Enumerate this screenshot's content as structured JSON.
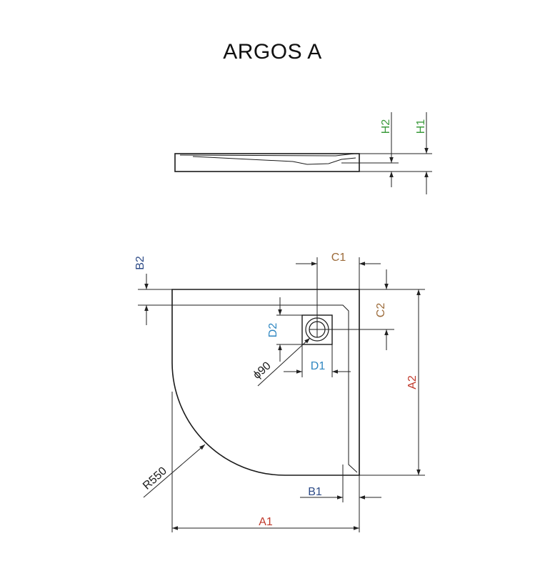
{
  "title": "ARGOS A",
  "colors": {
    "outline": "#1a1a1a",
    "dimension_line": "#222222",
    "red_label": "#c0392b",
    "blue_label": "#2e86c1",
    "navy_label": "#2c4a86",
    "green_label": "#3a9a3a",
    "brown_label": "#9c6b3a"
  },
  "labels": {
    "h1": "H1",
    "h2": "H2",
    "b2": "B2",
    "c1": "C1",
    "c2": "C2",
    "d2": "D2",
    "d1": "D1",
    "diameter": "ϕ90",
    "a2": "A2",
    "r550": "R550",
    "b1": "B1",
    "a1": "A1"
  }
}
